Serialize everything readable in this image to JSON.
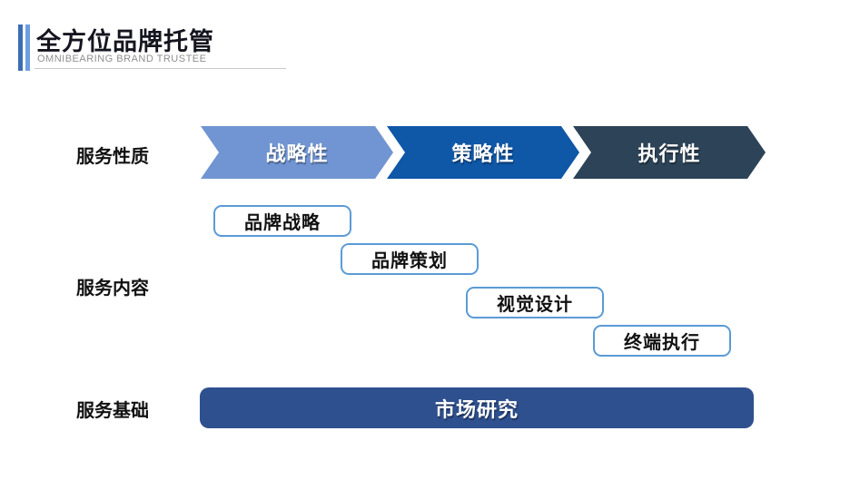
{
  "header": {
    "title": "全方位品牌托管",
    "subtitle": "OMNIBEARING BRAND TRUSTEE",
    "accent_bar_dark_color": "#3c6db3",
    "accent_bar_light_color": "#6d9ee0"
  },
  "row_labels": {
    "service_nature": "服务性质",
    "service_content": "服务内容",
    "service_foundation": "服务基础"
  },
  "arrows": [
    {
      "label": "战略性",
      "color": "#7095d2"
    },
    {
      "label": "策略性",
      "color": "#0f57a7"
    },
    {
      "label": "执行性",
      "color": "#2d4357"
    }
  ],
  "content_boxes": [
    {
      "label": "品牌战略"
    },
    {
      "label": "品牌策划"
    },
    {
      "label": "视觉设计"
    },
    {
      "label": "终端执行"
    }
  ],
  "foundation_bar": {
    "label": "市场研究",
    "color": "#2e508f"
  },
  "colors": {
    "box_border": "#5b9bd5",
    "title_text": "#15151f",
    "subtitle_text": "#8f8f8f",
    "label_text": "#111111"
  }
}
